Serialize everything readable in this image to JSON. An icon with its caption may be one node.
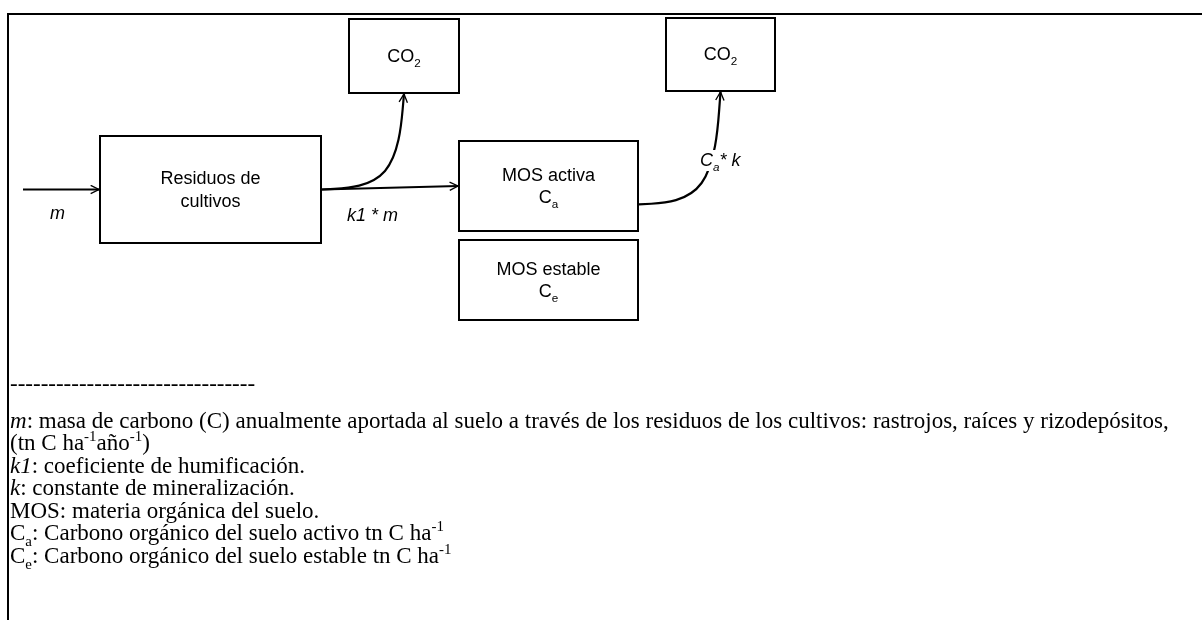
{
  "diagram": {
    "nodes": [
      {
        "text": [
          "CO$_{2}$"
        ]
      },
      {
        "text": [
          "Residuos de cultivos"
        ]
      },
      {
        "text": [
          "MOS activa",
          "C$_{a}$"
        ]
      },
      {
        "text": [
          "CO$_{2}$"
        ]
      },
      {
        "text": [
          "MOS estable",
          "C$_{e}$"
        ]
      }
    ],
    "edges": [
      {
        "from": null,
        "to": 1,
        "arrow": "to",
        "label": "m"
      },
      {
        "from": 1,
        "to": 2,
        "arrow": "to",
        "label": "k1 * m"
      },
      {
        "from": 1,
        "to": 0,
        "arrow": "to"
      },
      {
        "from": 2,
        "to": 3,
        "arrow": "to",
        "label": "C$_{a}$* k"
      }
    ],
    "labels": [
      "--------------------------------",
      "*m*: masa de carbono (C) anualmente aportada al suelo a través de los residuos de los cultivos: rastrojos, raíces y rizodepósitos, (tn C ha$^{-1}$año$^{-1}$)",
      "*k1*: coeficiente de humificación.",
      "*k*: constante de mineralización.",
      "MOS: materia orgánica del suelo.",
      "C$_{a}$: Carbono orgánico del suelo activo tn C ha$^{-1}$",
      "C$_{e}$: Carbono orgánico del suelo estable tn C ha$^{-1}$"
    ]
  }
}
